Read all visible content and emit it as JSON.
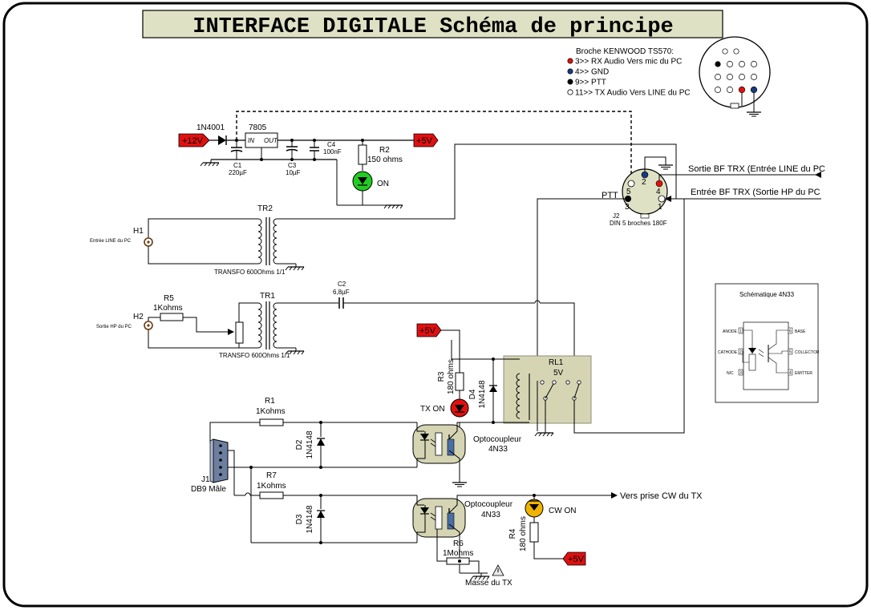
{
  "title": "INTERFACE DIGITALE Schéma de principe",
  "colors": {
    "title_bg": "#dfe1c4",
    "relay_bg": "#d5d5b4",
    "power_tag": "#e01010",
    "led_green": "#22cc22",
    "led_red": "#e01010",
    "led_yellow": "#f0b400",
    "pin_red": "#dd1111",
    "pin_blue": "#1a3a7a"
  },
  "kenwood": {
    "header": "Broche KENWOOD TS570:",
    "pins": [
      {
        "text": "3>> RX Audio Vers mic du PC",
        "color": "#dd1111"
      },
      {
        "text": "4>> GND",
        "color": "#1a3a7a"
      },
      {
        "text": "9>> PTT",
        "color": "#000000"
      },
      {
        "text": "11>> TX Audio Vers LINE du PC",
        "color": "#ffffff"
      }
    ]
  },
  "power": {
    "plus12": "+12V",
    "plus5": "+5V",
    "diode_1n4001": "1N4001",
    "regulator": "7805",
    "reg_in": "IN",
    "reg_out": "OUT"
  },
  "caps": {
    "c1_name": "C1",
    "c1_val": "220µF",
    "c3_name": "C3",
    "c3_val": "10µF",
    "c4_name": "C4",
    "c4_val": "100nF",
    "c2_name": "C2",
    "c2_val": "6,8µF"
  },
  "r2": {
    "name": "R2",
    "val": "150 ohms",
    "led": "ON"
  },
  "din": {
    "label_ptt": "PTT",
    "pin2": "2",
    "pin4": "4",
    "pin5": "5",
    "pin3": "3",
    "pin1": "1",
    "name": "J2",
    "desc": "DIN 5 broches 180F",
    "out_line": "Sortie BF TRX (Entrée LINE du PC",
    "in_hp": "Entrée BF TRX (Sortie HP du PC"
  },
  "tr2": {
    "name": "TR2",
    "caption": "TRANSFO 600Ohms 1/1"
  },
  "tr1": {
    "name": "TR1",
    "caption": "TRANSFO 600Ohms 1/1"
  },
  "h1": {
    "name": "H1",
    "desc": "Entrée LINE du PC"
  },
  "h2": {
    "name": "H2",
    "desc": "Sortie HP du PC"
  },
  "r5": {
    "name": "R5",
    "val": "1Kohms"
  },
  "schematic_4n33": {
    "title": "Schématique 4N33",
    "anode": "ANODE",
    "cathode": "CATHODE",
    "nc": "N/C",
    "base": "BASE",
    "collector": "COLLECTOR",
    "emitter": "EMITTER",
    "pins": [
      "1",
      "2",
      "3",
      "6",
      "5",
      "4"
    ]
  },
  "relay": {
    "name": "RL1",
    "voltage": "5V"
  },
  "r3": {
    "name": "R3",
    "val": "180 ohms"
  },
  "d4": {
    "name": "D4",
    "type": "1N4148"
  },
  "tx_on": "TX ON",
  "r1": {
    "name": "R1",
    "val": "1Kohms"
  },
  "r7": {
    "name": "R7",
    "val": "1Kohms"
  },
  "d2": {
    "name": "D2",
    "type": "1N4148"
  },
  "d3": {
    "name": "D3",
    "type": "1N4148"
  },
  "j1": {
    "name": "J1",
    "desc": "DB9 Mâle"
  },
  "opto1": {
    "line1": "Optocoupleur",
    "line2": "4N33"
  },
  "opto2": {
    "line1": "Optocoupleur",
    "line2": "4N33"
  },
  "cw_on": "CW ON",
  "cw_out": "Vers prise CW du TX",
  "r4": {
    "name": "R4",
    "val": "180 ohms"
  },
  "r6": {
    "name": "R6",
    "val": "1Mohms"
  },
  "masse_tx": "Masse du TX"
}
